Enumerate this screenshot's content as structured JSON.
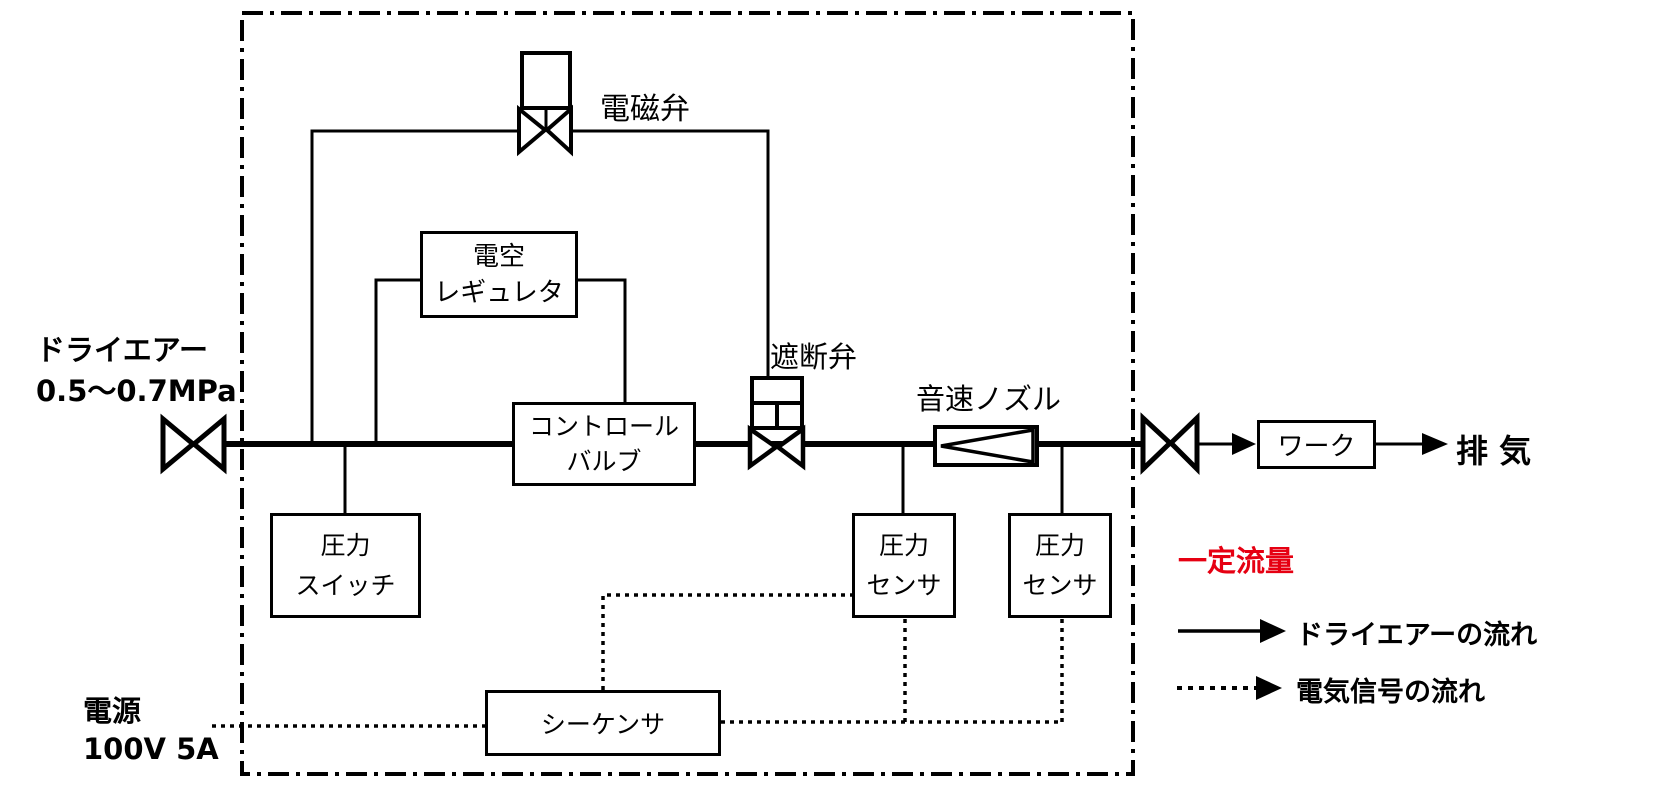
{
  "diagram": {
    "type": "pneumatic-flow-diagram",
    "labels": {
      "dry_air_source": {
        "line1": "ドライエアー",
        "line2": "0.5〜0.7MPa"
      },
      "solenoid_valve": "電磁弁",
      "regulator": {
        "line1": "電空",
        "line2": "レギュレタ"
      },
      "control_valve": {
        "line1": "コントロール",
        "line2": "バルブ"
      },
      "shutoff_valve": "遮断弁",
      "sonic_nozzle": "音速ノズル",
      "pressure_switch": {
        "line1": "圧力",
        "line2": "スイッチ"
      },
      "pressure_sensor_upstream": {
        "line1": "圧力",
        "line2": "センサ"
      },
      "pressure_sensor_downstream": {
        "line1": "圧力",
        "line2": "センサ"
      },
      "sequencer": "シーケンサ",
      "work": "ワーク",
      "exhaust": "排 気",
      "power": {
        "line1": "電源",
        "line2": "100V 5A"
      },
      "constant_flow": "一定流量"
    },
    "legend": {
      "dry_air_flow": "ドライエアーの流れ",
      "signal_flow": "電気信号の流れ"
    },
    "colors": {
      "line": "#000000",
      "accent_red": "#e60012",
      "background": "#ffffff"
    }
  }
}
